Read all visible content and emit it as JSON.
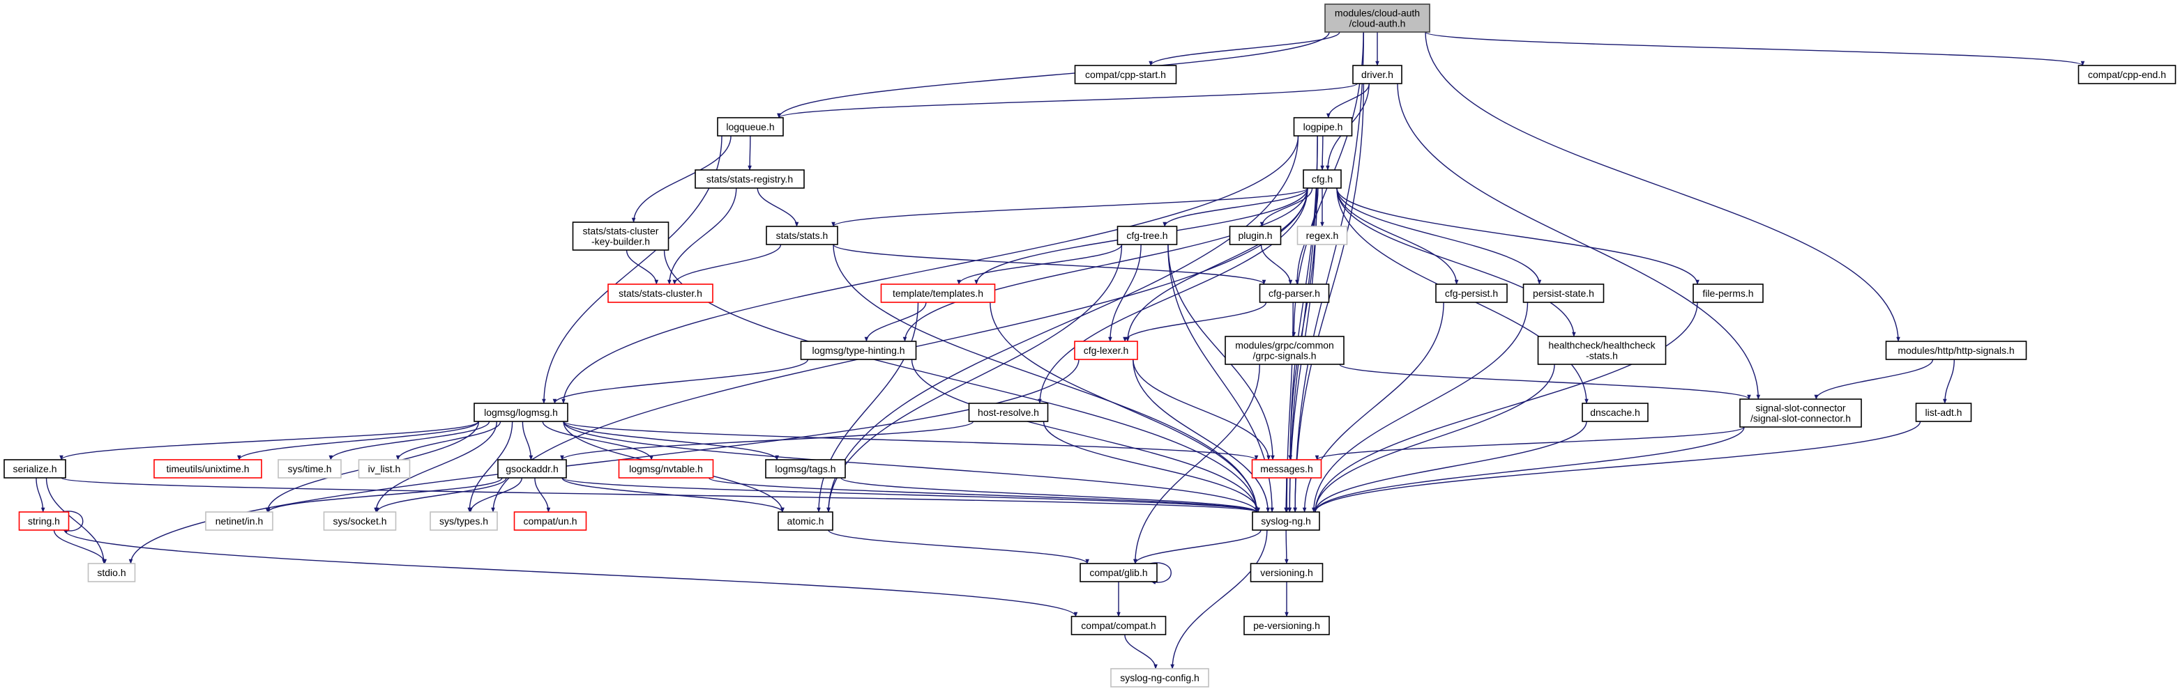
{
  "colors": {
    "edge": "#191970",
    "missing_doc_border": "#ff0000",
    "external_border": "#bfbfbf",
    "root_fill": "#bfbfbf",
    "normal_border": "#000000"
  },
  "nodes": [
    {
      "id": "root",
      "lines": [
        "modules/cloud-auth",
        "/cloud-auth.h"
      ],
      "style": "root"
    },
    {
      "id": "cpp-start",
      "lines": [
        "compat/cpp-start.h"
      ],
      "style": "normal"
    },
    {
      "id": "driver",
      "lines": [
        "driver.h"
      ],
      "style": "normal"
    },
    {
      "id": "cpp-end",
      "lines": [
        "compat/cpp-end.h"
      ],
      "style": "normal"
    },
    {
      "id": "logqueue",
      "lines": [
        "logqueue.h"
      ],
      "style": "normal"
    },
    {
      "id": "logpipe",
      "lines": [
        "logpipe.h"
      ],
      "style": "normal"
    },
    {
      "id": "stats-registry",
      "lines": [
        "stats/stats-registry.h"
      ],
      "style": "normal"
    },
    {
      "id": "cfg",
      "lines": [
        "cfg.h"
      ],
      "style": "normal"
    },
    {
      "id": "stats-cluster-key-builder",
      "lines": [
        "stats/stats-cluster",
        "-key-builder.h"
      ],
      "style": "normal"
    },
    {
      "id": "stats",
      "lines": [
        "stats/stats.h"
      ],
      "style": "normal"
    },
    {
      "id": "cfg-tree",
      "lines": [
        "cfg-tree.h"
      ],
      "style": "normal"
    },
    {
      "id": "plugin",
      "lines": [
        "plugin.h"
      ],
      "style": "normal"
    },
    {
      "id": "regex",
      "lines": [
        "regex.h"
      ],
      "style": "gray"
    },
    {
      "id": "stats-cluster",
      "lines": [
        "stats/stats-cluster.h"
      ],
      "style": "red"
    },
    {
      "id": "templates",
      "lines": [
        "template/templates.h"
      ],
      "style": "red"
    },
    {
      "id": "cfg-parser",
      "lines": [
        "cfg-parser.h"
      ],
      "style": "normal"
    },
    {
      "id": "cfg-persist",
      "lines": [
        "cfg-persist.h"
      ],
      "style": "normal"
    },
    {
      "id": "persist-state",
      "lines": [
        "persist-state.h"
      ],
      "style": "normal"
    },
    {
      "id": "file-perms",
      "lines": [
        "file-perms.h"
      ],
      "style": "normal"
    },
    {
      "id": "healthcheck",
      "lines": [
        "healthcheck/healthcheck",
        "-stats.h"
      ],
      "style": "normal"
    },
    {
      "id": "type-hinting",
      "lines": [
        "logmsg/type-hinting.h"
      ],
      "style": "normal"
    },
    {
      "id": "cfg-lexer",
      "lines": [
        "cfg-lexer.h"
      ],
      "style": "red"
    },
    {
      "id": "grpc-signals",
      "lines": [
        "modules/grpc/common",
        "/grpc-signals.h"
      ],
      "style": "normal"
    },
    {
      "id": "http-signals",
      "lines": [
        "modules/http/http-signals.h"
      ],
      "style": "normal"
    },
    {
      "id": "logmsg",
      "lines": [
        "logmsg/logmsg.h"
      ],
      "style": "normal"
    },
    {
      "id": "host-resolve",
      "lines": [
        "host-resolve.h"
      ],
      "style": "normal"
    },
    {
      "id": "signal-slot",
      "lines": [
        "signal-slot-connector",
        "/signal-slot-connector.h"
      ],
      "style": "normal"
    },
    {
      "id": "dnscache",
      "lines": [
        "dnscache.h"
      ],
      "style": "normal"
    },
    {
      "id": "list-adt",
      "lines": [
        "list-adt.h"
      ],
      "style": "normal"
    },
    {
      "id": "serialize",
      "lines": [
        "serialize.h"
      ],
      "style": "normal"
    },
    {
      "id": "timeutils",
      "lines": [
        "timeutils/unixtime.h"
      ],
      "style": "red"
    },
    {
      "id": "sys-time",
      "lines": [
        "sys/time.h"
      ],
      "style": "gray"
    },
    {
      "id": "iv-list",
      "lines": [
        "iv_list.h"
      ],
      "style": "gray"
    },
    {
      "id": "gsockaddr",
      "lines": [
        "gsockaddr.h"
      ],
      "style": "normal"
    },
    {
      "id": "nvtable",
      "lines": [
        "logmsg/nvtable.h"
      ],
      "style": "red"
    },
    {
      "id": "tags",
      "lines": [
        "logmsg/tags.h"
      ],
      "style": "normal"
    },
    {
      "id": "messages",
      "lines": [
        "messages.h"
      ],
      "style": "red"
    },
    {
      "id": "string",
      "lines": [
        "string.h"
      ],
      "style": "red"
    },
    {
      "id": "netinet",
      "lines": [
        "netinet/in.h"
      ],
      "style": "gray"
    },
    {
      "id": "sys-socket",
      "lines": [
        "sys/socket.h"
      ],
      "style": "gray"
    },
    {
      "id": "sys-types",
      "lines": [
        "sys/types.h"
      ],
      "style": "gray"
    },
    {
      "id": "compat-un",
      "lines": [
        "compat/un.h"
      ],
      "style": "red"
    },
    {
      "id": "atomic",
      "lines": [
        "atomic.h"
      ],
      "style": "normal"
    },
    {
      "id": "syslog-ng",
      "lines": [
        "syslog-ng.h"
      ],
      "style": "normal"
    },
    {
      "id": "stdio",
      "lines": [
        "stdio.h"
      ],
      "style": "gray"
    },
    {
      "id": "glib",
      "lines": [
        "compat/glib.h"
      ],
      "style": "normal"
    },
    {
      "id": "versioning",
      "lines": [
        "versioning.h"
      ],
      "style": "normal"
    },
    {
      "id": "compat-compat",
      "lines": [
        "compat/compat.h"
      ],
      "style": "normal"
    },
    {
      "id": "pe-versioning",
      "lines": [
        "pe-versioning.h"
      ],
      "style": "normal"
    },
    {
      "id": "syslog-ng-config",
      "lines": [
        "syslog-ng-config.h"
      ],
      "style": "gray"
    }
  ],
  "edges": [
    [
      "root",
      "logqueue"
    ],
    [
      "root",
      "cpp-start"
    ],
    [
      "root",
      "driver"
    ],
    [
      "root",
      "grpc-signals"
    ],
    [
      "root",
      "cpp-end"
    ],
    [
      "root",
      "http-signals"
    ],
    [
      "root",
      "syslog-ng"
    ],
    [
      "driver",
      "logqueue"
    ],
    [
      "driver",
      "logpipe"
    ],
    [
      "driver",
      "cfg"
    ],
    [
      "driver",
      "syslog-ng"
    ],
    [
      "driver",
      "signal-slot"
    ],
    [
      "logqueue",
      "logmsg"
    ],
    [
      "logqueue",
      "stats-registry"
    ],
    [
      "logqueue",
      "stats-cluster-key-builder"
    ],
    [
      "logpipe",
      "cfg"
    ],
    [
      "logpipe",
      "logmsg"
    ],
    [
      "logpipe",
      "atomic"
    ],
    [
      "logpipe",
      "messages"
    ],
    [
      "logpipe",
      "syslog-ng"
    ],
    [
      "stats-registry",
      "stats-cluster"
    ],
    [
      "stats-registry",
      "stats"
    ],
    [
      "cfg",
      "stats"
    ],
    [
      "cfg",
      "cfg-tree"
    ],
    [
      "cfg",
      "plugin"
    ],
    [
      "cfg",
      "regex"
    ],
    [
      "cfg",
      "cfg-parser"
    ],
    [
      "cfg",
      "cfg-persist"
    ],
    [
      "cfg",
      "persist-state"
    ],
    [
      "cfg",
      "healthcheck"
    ],
    [
      "cfg",
      "dnscache"
    ],
    [
      "cfg",
      "file-perms"
    ],
    [
      "cfg",
      "templates"
    ],
    [
      "cfg",
      "type-hinting"
    ],
    [
      "cfg",
      "cfg-lexer"
    ],
    [
      "cfg",
      "host-resolve"
    ],
    [
      "cfg",
      "sys-types"
    ],
    [
      "cfg",
      "syslog-ng"
    ],
    [
      "cfg",
      "messages"
    ],
    [
      "stats-cluster-key-builder",
      "stats-cluster"
    ],
    [
      "stats-cluster-key-builder",
      "syslog-ng"
    ],
    [
      "stats",
      "stats-cluster"
    ],
    [
      "stats",
      "cfg-parser"
    ],
    [
      "stats",
      "syslog-ng"
    ],
    [
      "cfg-tree",
      "templates"
    ],
    [
      "cfg-tree",
      "cfg-lexer"
    ],
    [
      "cfg-tree",
      "messages"
    ],
    [
      "cfg-tree",
      "syslog-ng"
    ],
    [
      "cfg-tree",
      "atomic"
    ],
    [
      "plugin",
      "cfg-parser"
    ],
    [
      "cfg-parser",
      "cfg-lexer"
    ],
    [
      "cfg-parser",
      "syslog-ng"
    ],
    [
      "templates",
      "type-hinting"
    ],
    [
      "templates",
      "atomic"
    ],
    [
      "templates",
      "syslog-ng"
    ],
    [
      "cfg-persist",
      "syslog-ng"
    ],
    [
      "persist-state",
      "syslog-ng"
    ],
    [
      "file-perms",
      "syslog-ng"
    ],
    [
      "healthcheck",
      "syslog-ng"
    ],
    [
      "dnscache",
      "syslog-ng"
    ],
    [
      "cfg-lexer",
      "messages"
    ],
    [
      "cfg-lexer",
      "syslog-ng"
    ],
    [
      "cfg-lexer",
      "stdio"
    ],
    [
      "grpc-signals",
      "signal-slot"
    ],
    [
      "grpc-signals",
      "glib"
    ],
    [
      "type-hinting",
      "logmsg"
    ],
    [
      "type-hinting",
      "syslog-ng"
    ],
    [
      "http-signals",
      "signal-slot"
    ],
    [
      "http-signals",
      "list-adt"
    ],
    [
      "list-adt",
      "syslog-ng"
    ],
    [
      "signal-slot",
      "messages"
    ],
    [
      "signal-slot",
      "syslog-ng"
    ],
    [
      "host-resolve",
      "gsockaddr"
    ],
    [
      "host-resolve",
      "syslog-ng"
    ],
    [
      "logmsg",
      "serialize"
    ],
    [
      "logmsg",
      "timeutils"
    ],
    [
      "logmsg",
      "sys-time"
    ],
    [
      "logmsg",
      "iv-list"
    ],
    [
      "logmsg",
      "gsockaddr"
    ],
    [
      "logmsg",
      "nvtable"
    ],
    [
      "logmsg",
      "tags"
    ],
    [
      "logmsg",
      "messages"
    ],
    [
      "logmsg",
      "syslog-ng"
    ],
    [
      "logmsg",
      "atomic"
    ],
    [
      "logmsg",
      "netinet"
    ],
    [
      "logmsg",
      "sys-socket"
    ],
    [
      "logmsg",
      "sys-types"
    ],
    [
      "serialize",
      "string"
    ],
    [
      "serialize",
      "stdio"
    ],
    [
      "serialize",
      "syslog-ng"
    ],
    [
      "string",
      "string"
    ],
    [
      "string",
      "stdio"
    ],
    [
      "string",
      "compat-compat"
    ],
    [
      "gsockaddr",
      "netinet"
    ],
    [
      "gsockaddr",
      "sys-socket"
    ],
    [
      "gsockaddr",
      "sys-types"
    ],
    [
      "gsockaddr",
      "compat-un"
    ],
    [
      "gsockaddr",
      "syslog-ng"
    ],
    [
      "gsockaddr",
      "atomic"
    ],
    [
      "nvtable",
      "syslog-ng"
    ],
    [
      "tags",
      "syslog-ng"
    ],
    [
      "messages",
      "syslog-ng"
    ],
    [
      "atomic",
      "glib"
    ],
    [
      "syslog-ng",
      "glib"
    ],
    [
      "syslog-ng",
      "versioning"
    ],
    [
      "syslog-ng",
      "syslog-ng-config"
    ],
    [
      "glib",
      "glib"
    ],
    [
      "glib",
      "compat-compat"
    ],
    [
      "compat-compat",
      "syslog-ng-config"
    ],
    [
      "versioning",
      "pe-versioning"
    ]
  ]
}
